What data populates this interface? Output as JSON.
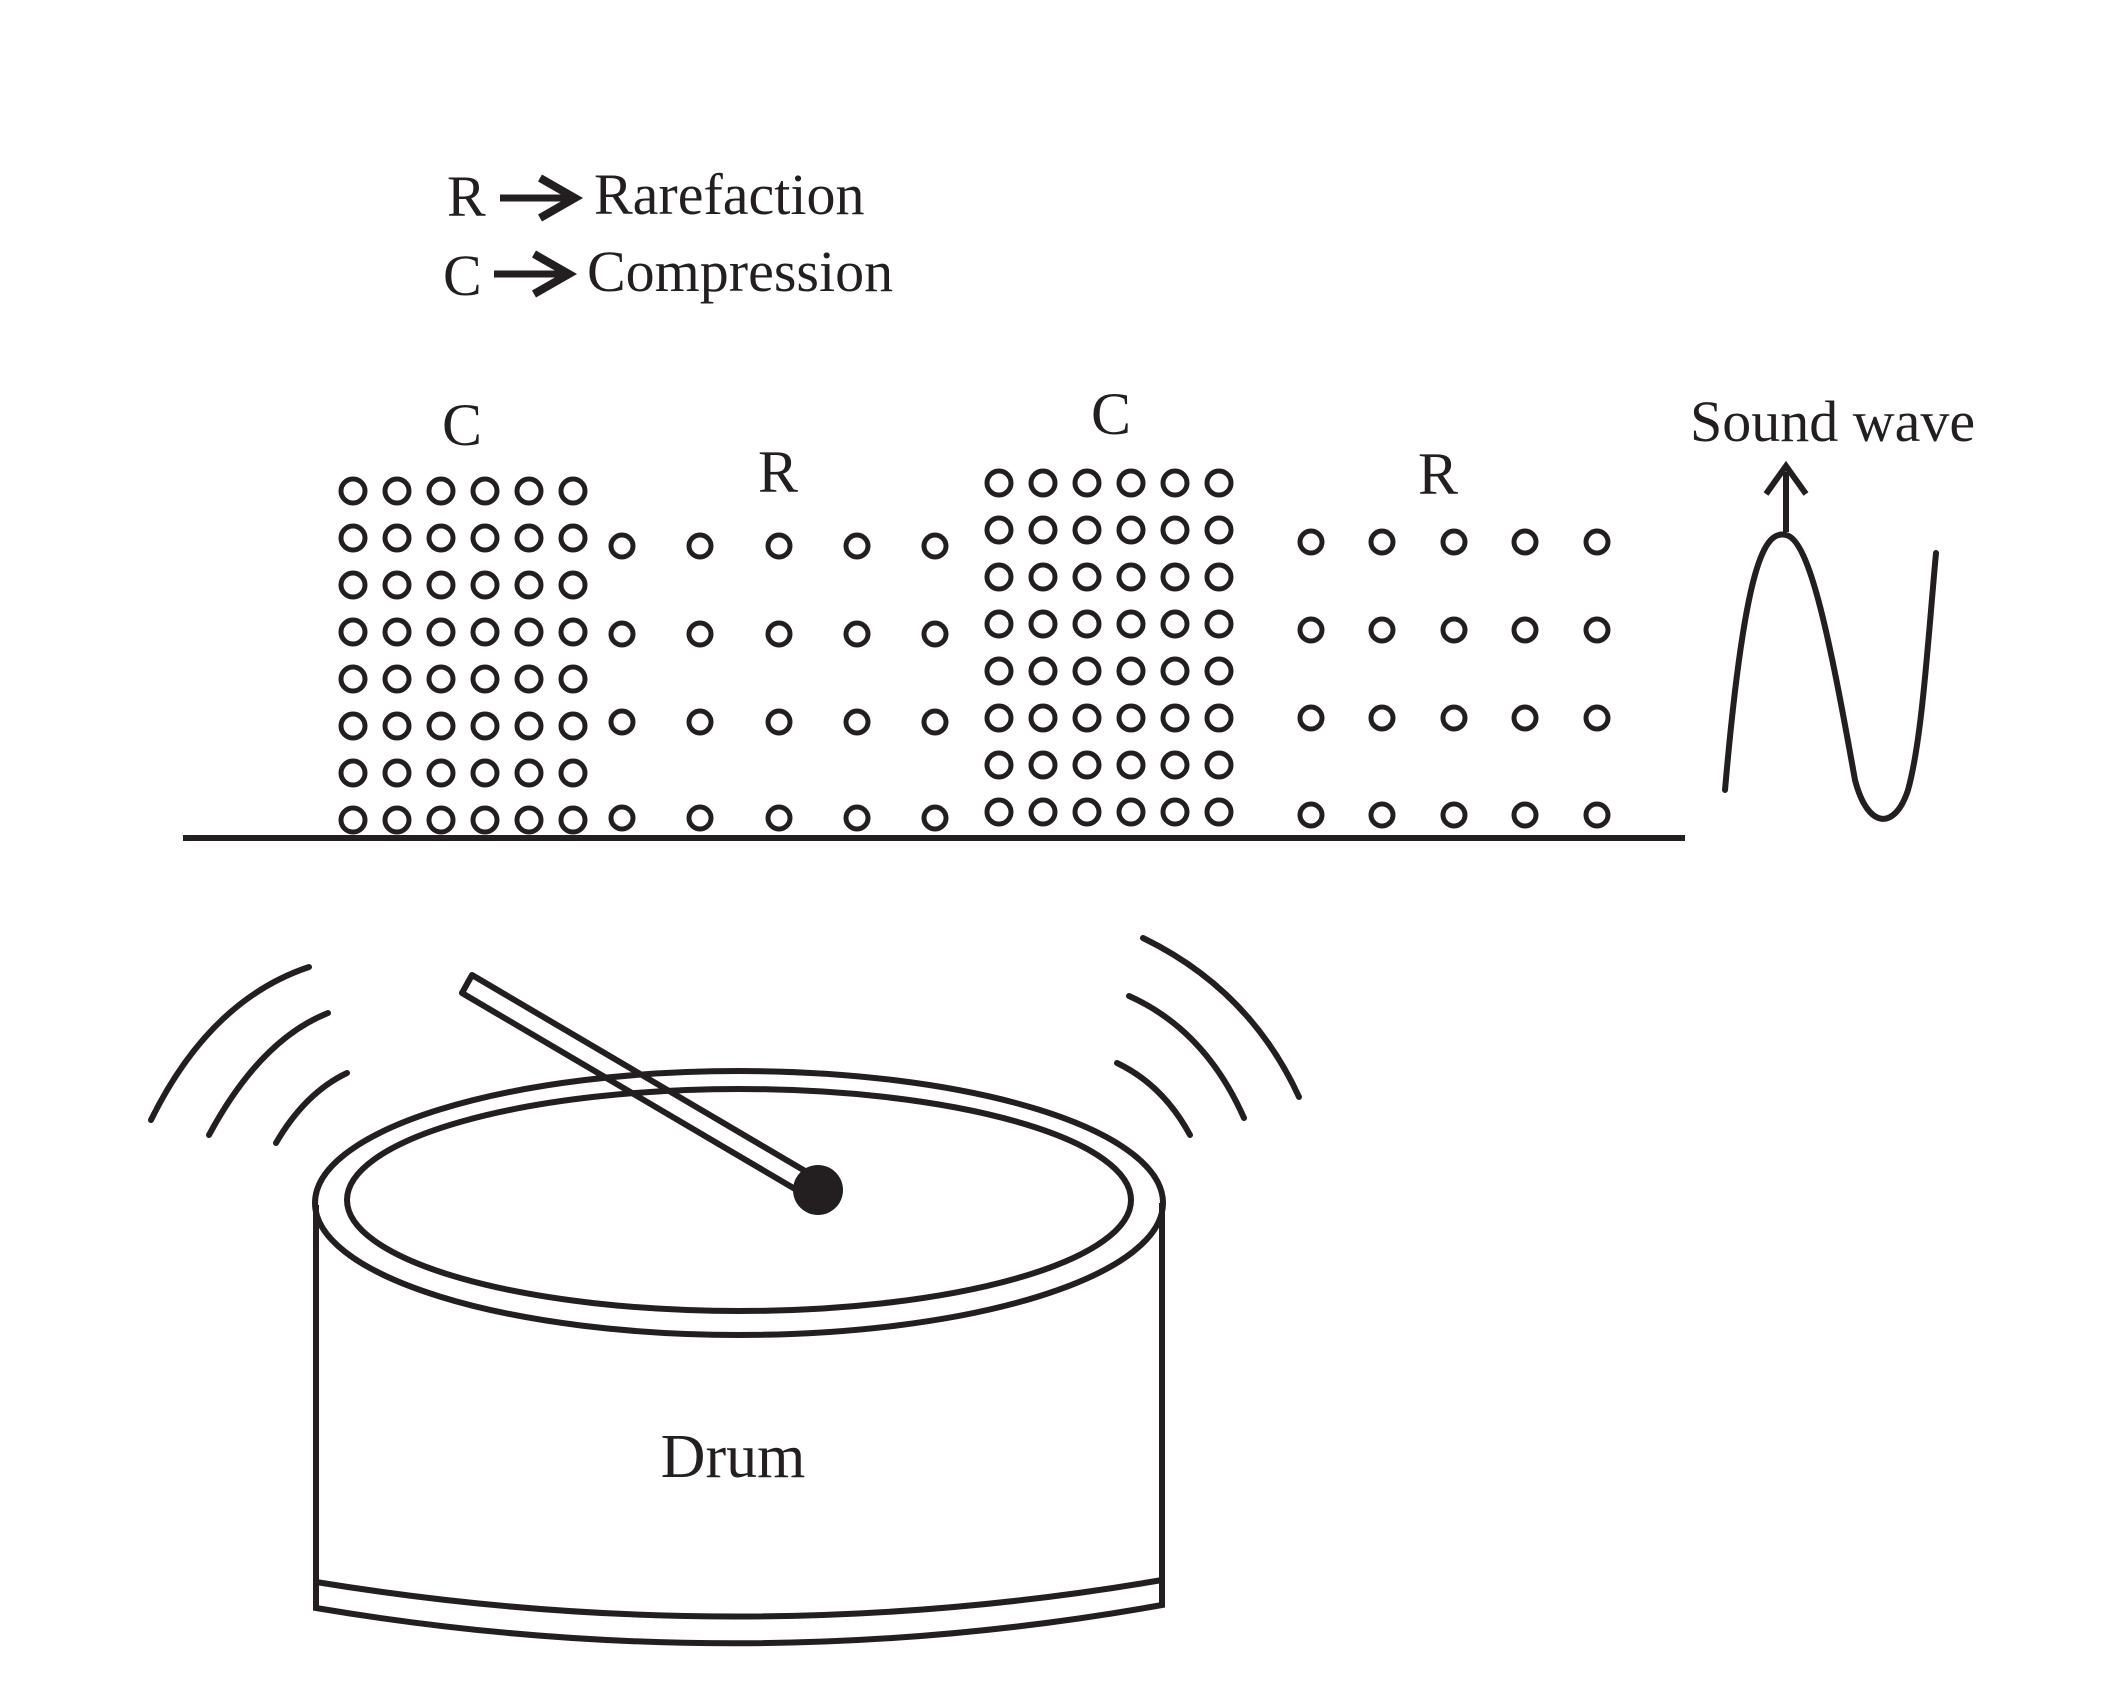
{
  "legend": {
    "r_symbol": "R",
    "r_meaning": "Rarefaction",
    "c_symbol": "C",
    "c_meaning": "Compression"
  },
  "regions": [
    {
      "label": "C",
      "kind": "compression"
    },
    {
      "label": "R",
      "kind": "rarefaction"
    },
    {
      "label": "C",
      "kind": "compression"
    },
    {
      "label": "R",
      "kind": "rarefaction"
    }
  ],
  "sound_wave_label": "Sound wave",
  "drum_label": "Drum",
  "colors": {
    "ink": "#231f20",
    "background": "#ffffff"
  }
}
